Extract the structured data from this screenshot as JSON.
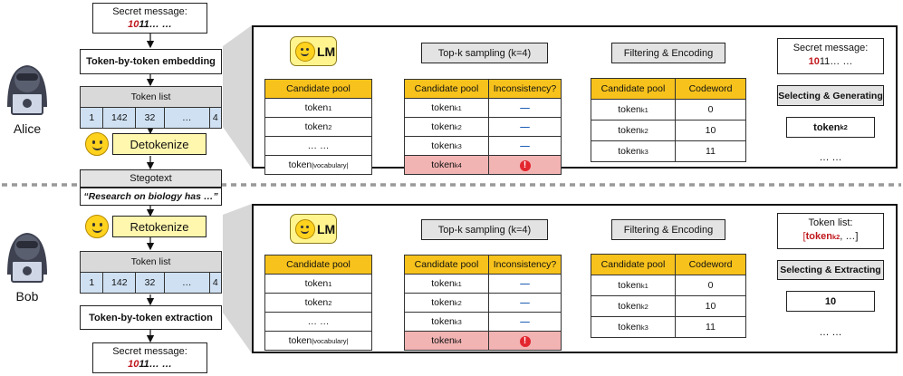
{
  "left": {
    "top_secret": {
      "title": "Secret message:",
      "bits_red": "10",
      "bits_rest": "11… …"
    },
    "embed_label": "Token-by-token embedding",
    "token_list_header": "Token list",
    "token_list_top": [
      "1",
      "142",
      "32",
      "…",
      "4"
    ],
    "detokenize_label": "Detokenize",
    "stegotext_header": "Stegotext",
    "stegotext_value": "“Research on biology has …”",
    "retokenize_label": "Retokenize",
    "token_list_header_bottom": "Token list",
    "token_list_bottom": [
      "1",
      "142",
      "32",
      "…",
      "4"
    ],
    "extract_label": "Token-by-token extraction",
    "bottom_secret": {
      "title": "Secret message:",
      "bits_red": "10",
      "bits_rest": "11… …"
    },
    "alice_label": "Alice",
    "bob_label": "Bob"
  },
  "panel_common": {
    "lm_label": "LM",
    "candidate_header": "Candidate pool",
    "pool_rows": [
      {
        "base": "token",
        "sub": "1"
      },
      {
        "base": "token",
        "sub": "2"
      },
      {
        "base": "… …",
        "sub": ""
      },
      {
        "base": "token",
        "sub": "|vocabulary|"
      }
    ],
    "topk_label": "Top-k sampling (k=4)",
    "topk_headers": [
      "Candidate pool",
      "Inconsistency?"
    ],
    "topk_rows": [
      {
        "base": "token",
        "sub": "k1",
        "mark": "—"
      },
      {
        "base": "token",
        "sub": "k2",
        "mark": "—"
      },
      {
        "base": "token",
        "sub": "k3",
        "mark": "—"
      },
      {
        "base": "token",
        "sub": "k4",
        "mark": "!"
      }
    ],
    "filter_label": "Filtering & Encoding",
    "code_headers": [
      "Candidate pool",
      "Codeword"
    ],
    "code_rows": [
      {
        "base": "token",
        "sub": "k1",
        "code": "0"
      },
      {
        "base": "token",
        "sub": "k2",
        "code": "10"
      },
      {
        "base": "token",
        "sub": "k3",
        "code": "11"
      }
    ]
  },
  "panel_top": {
    "secret_title": "Secret message:",
    "secret_bits_red": "10",
    "secret_bits_rest": "11… …",
    "select_label": "Selecting & Generating",
    "result_base": "token",
    "result_sub": "k2",
    "tail": "… …"
  },
  "panel_bottom": {
    "tokenlist_title": "Token list:",
    "tokenlist_open": "[",
    "tokenlist_token_base": "token",
    "tokenlist_token_sub": "k2",
    "tokenlist_rest": ", …]",
    "select_label": "Selecting & Extracting",
    "result_value": "10",
    "tail": "… …"
  },
  "colors": {
    "candidate_header": "#f7c21c",
    "token_list_cells": "#cfe0f2",
    "warning_row": "#f2b3b3",
    "secret_red": "#c0171c",
    "badge_yellow": "#fff48e",
    "dash_blue": "#1f5fb5"
  }
}
